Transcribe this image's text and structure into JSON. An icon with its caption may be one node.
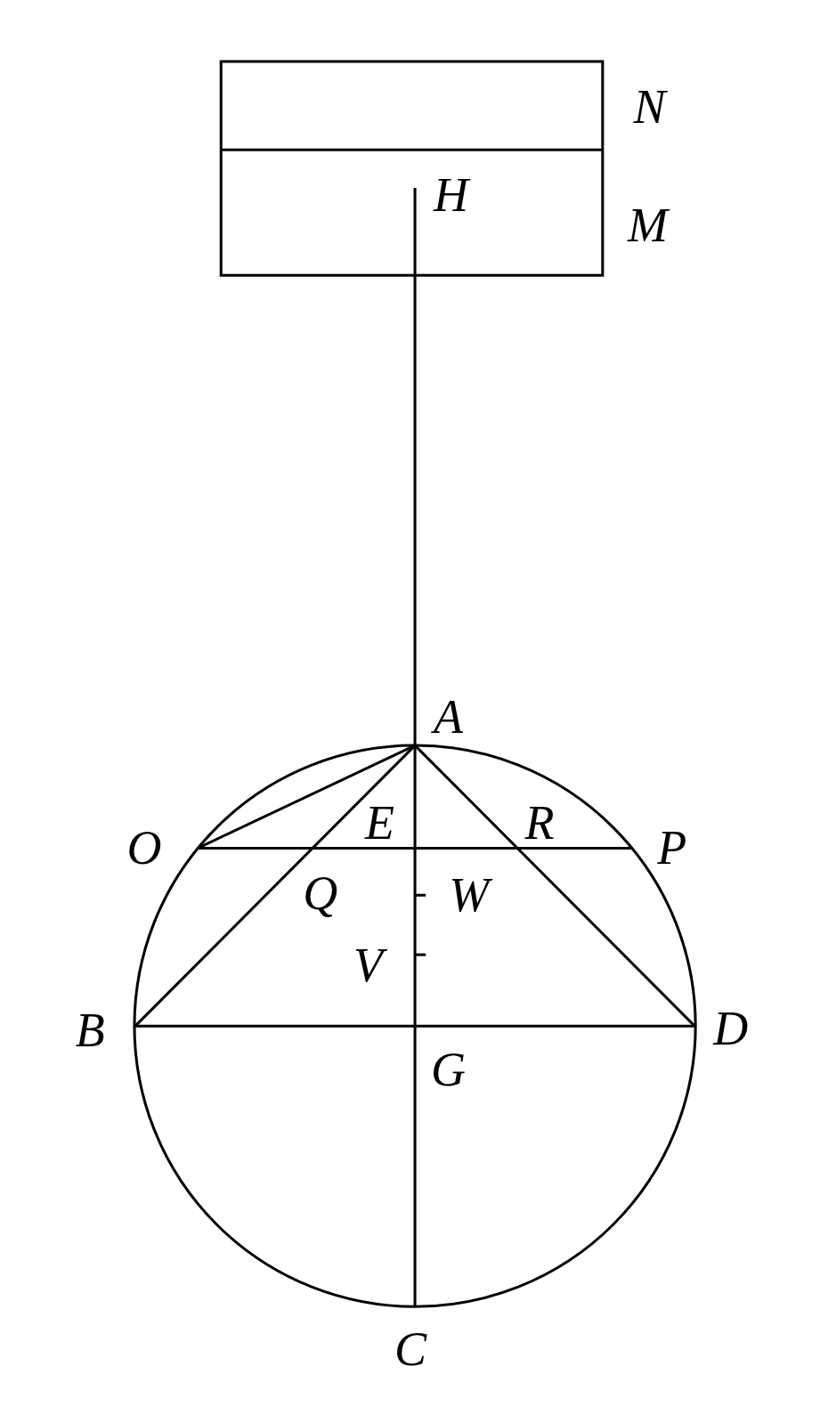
{
  "diagram": {
    "labels": [
      "N",
      "H",
      "M",
      "A",
      "E",
      "R",
      "O",
      "P",
      "Q",
      "W",
      "V",
      "B",
      "D",
      "G",
      "C"
    ]
  }
}
